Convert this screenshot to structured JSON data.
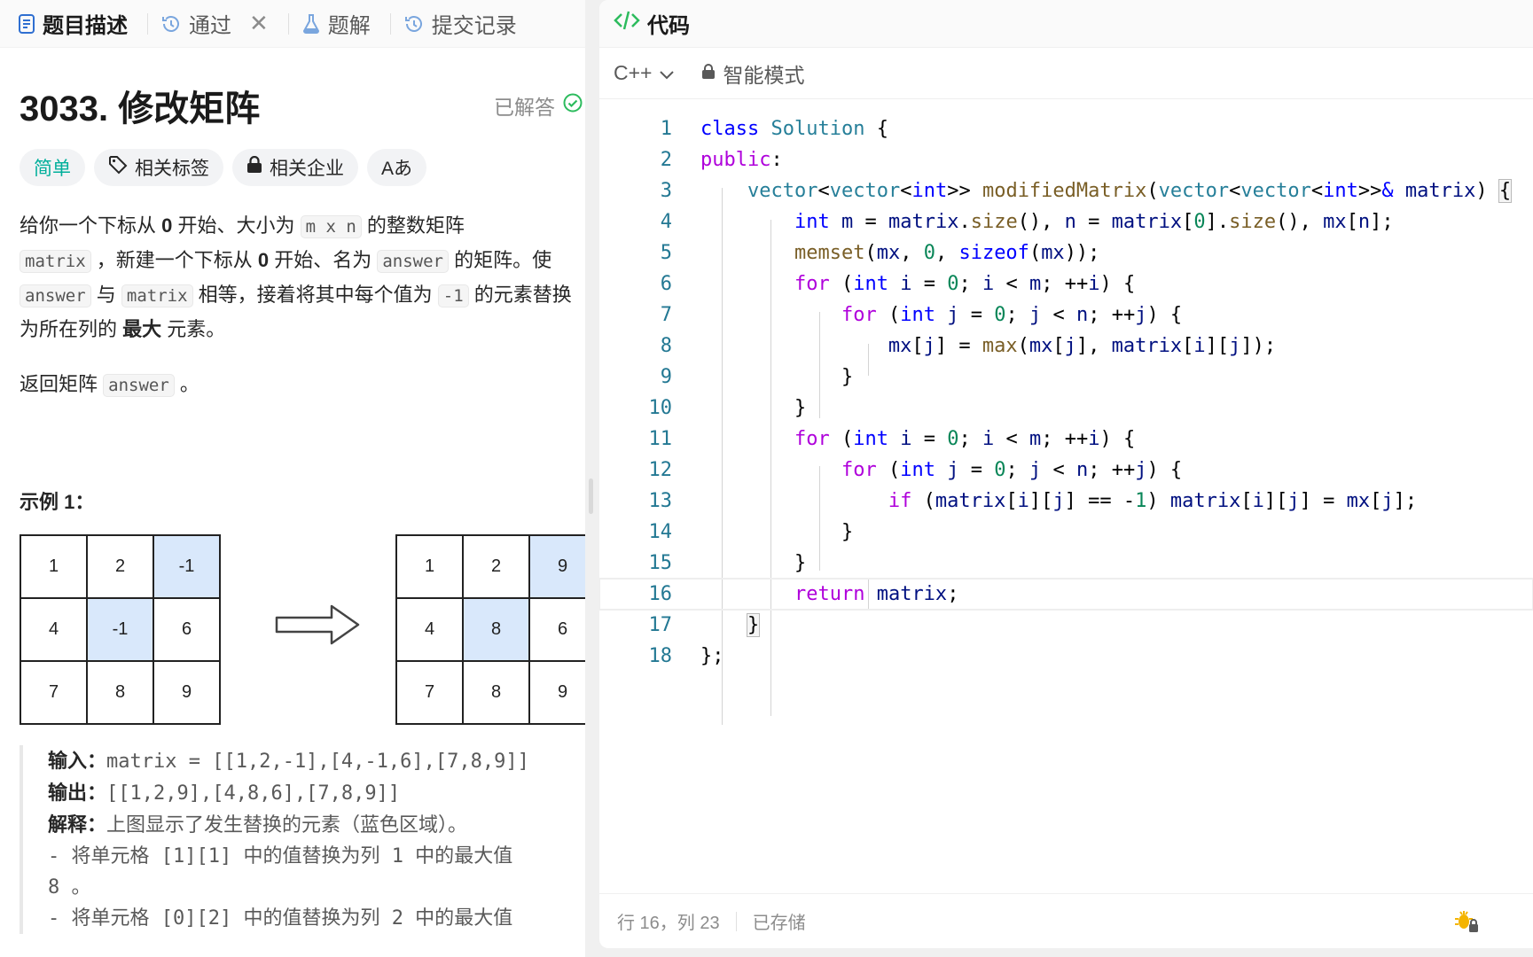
{
  "left_tabs": [
    {
      "label": "题目描述",
      "icon": "document-icon"
    },
    {
      "label": "通过",
      "icon": "history-icon"
    },
    {
      "label": "题解",
      "icon": "flask-icon"
    },
    {
      "label": "提交记录",
      "icon": "history-icon"
    }
  ],
  "problem": {
    "title": "3033. 修改矩阵",
    "status": "已解答",
    "tags": {
      "difficulty": "简单",
      "topics": "相关标签",
      "companies": "相关企业",
      "font_btn": "Aあ"
    },
    "desc": {
      "p1": "给你一个下标从 ",
      "zero": "0",
      "p2": " 开始、大小为 ",
      "mn": "m x n",
      "p3": " 的整数矩阵",
      "matrix": "matrix",
      "p4": " ，新建一个下标从 ",
      "p5": " 开始、名为 ",
      "answer": "answer",
      "p6": " 的矩阵。使 ",
      "p7": " 与 ",
      "p8": " 相等，接着将其中每个值为 ",
      "neg1": "-1",
      "p9": " 的元素替换为所在列的 ",
      "max": "最大",
      "p10": " 元素。"
    },
    "ret": {
      "p1": "返回矩阵 ",
      "answer": "answer",
      "p2": " 。"
    },
    "example_title": "示例 1：",
    "grid_before": [
      "1",
      "2",
      "-1",
      "4",
      "-1",
      "6",
      "7",
      "8",
      "9"
    ],
    "grid_after": [
      "1",
      "2",
      "9",
      "4",
      "8",
      "6",
      "7",
      "8",
      "9"
    ],
    "io": {
      "input_label": "输入：",
      "input": "matrix = [[1,2,-1],[4,-1,6],[7,8,9]]",
      "output_label": "输出：",
      "output": "[[1,2,9],[4,8,6],[7,8,9]]",
      "explain_label": "解释：",
      "explain": "上图显示了发生替换的元素（蓝色区域）。",
      "l1": "- 将单元格 [1][1] 中的值替换为列 1 中的最大值",
      "l2": "8 。",
      "l3": "- 将单元格 [0][2] 中的值替换为列 2 中的最大值"
    }
  },
  "code_panel": {
    "title": "代码",
    "language": "C++",
    "mode": "智能模式",
    "status_pos": "行 16，列 23",
    "status_saved": "已存储"
  },
  "colors": {
    "accent": "#00af9b",
    "highlight": "#d9e8fb",
    "line_number": "#237893"
  }
}
